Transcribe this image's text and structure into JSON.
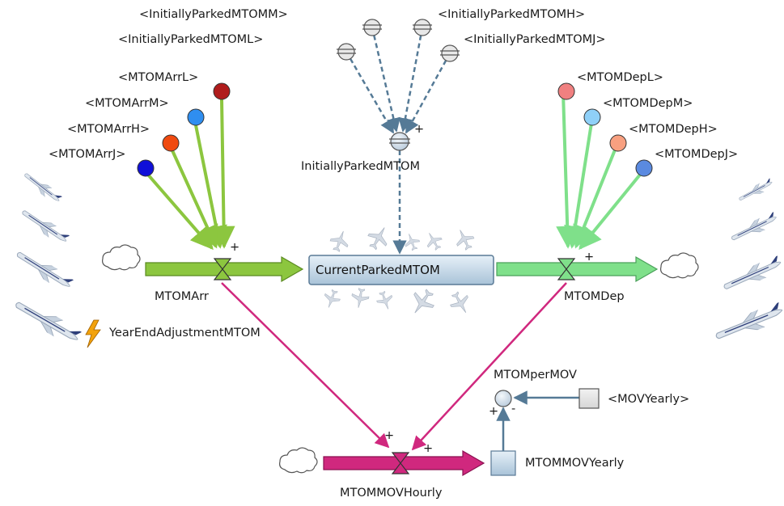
{
  "stock": {
    "label": "CurrentParkedMTOM"
  },
  "flows": {
    "arr": {
      "label": "MTOMArr",
      "color": "#8cc63f"
    },
    "dep": {
      "label": "MTOMDep",
      "color": "#7fe08a"
    },
    "mov": {
      "label": "MTOMMOVHourly",
      "color": "#d0287e"
    }
  },
  "initial": {
    "label": "InitiallyParkedMTOM",
    "inputs": [
      "<InitiallyParkedMTOMM>",
      "<InitiallyParkedMTOML>",
      "<InitiallyParkedMTOMH>",
      "<InitiallyParkedMTOMJ>"
    ]
  },
  "arrivals": [
    "<MTOMArrL>",
    "<MTOMArrM>",
    "<MTOMArrH>",
    "<MTOMArrJ>"
  ],
  "departures": [
    "<MTOMDepL>",
    "<MTOMDepM>",
    "<MTOMDepH>",
    "<MTOMDepJ>"
  ],
  "event": {
    "label": "YearEndAdjustmentMTOM"
  },
  "aux": {
    "permov": "MTOMperMOV",
    "movyearly_ref": "<MOVYearly>",
    "mtommovyearly": "MTOMMOVYearly"
  },
  "polarity": {
    "plus": "+",
    "minus": "-"
  },
  "colors": {
    "arr_dots": [
      "#b01c1c",
      "#2f8ef0",
      "#f04a10",
      "#1010d8"
    ],
    "dep_dots": [
      "#f08080",
      "#8fd0f8",
      "#f8a080",
      "#5a8ae0"
    ],
    "info_link": "#557a96",
    "mov_link": "#d0287e"
  }
}
